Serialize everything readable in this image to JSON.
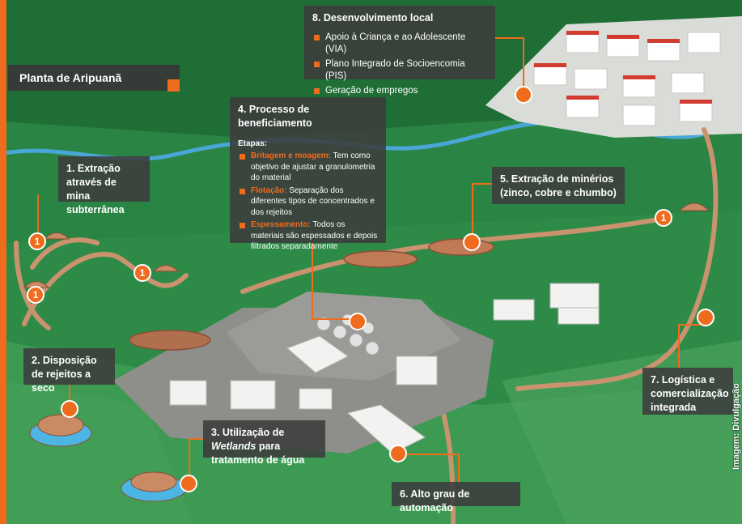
{
  "header": {
    "title": "Planta de Aripuanã"
  },
  "credit": "Imagem: Divulgação",
  "colors": {
    "accent": "#ef6b1e",
    "panel": "#3c3c3c",
    "forest": "#2c8a45",
    "road": "#c9936f",
    "river": "#4aa6d6"
  },
  "callouts": {
    "c1": {
      "title": "1. Extração através de mina subterrânea"
    },
    "c2": {
      "title": "2. Disposição de rejeitos a seco"
    },
    "c3": {
      "title_prefix": "3. Utilização de ",
      "title_em": "Wetlands",
      "title_suffix": " para tratamento de água"
    },
    "c4": {
      "title": "4. Processo de beneficiamento",
      "subtitle": "Etapas:",
      "steps": [
        {
          "label": "Britagem e moagem:",
          "text": " Tem como objetivo de ajustar a granulometria do material"
        },
        {
          "label": "Flotação:",
          "text": " Separação dos diferentes tipos de concentrados e dos rejeitos"
        },
        {
          "label": "Espessamento:",
          "text": " Todos os materiais são espessados e depois filtrados separadamente"
        }
      ]
    },
    "c5": {
      "title": "5. Extração de minérios (zinco, cobre e chumbo)"
    },
    "c6": {
      "title": "6. Alto grau de automação"
    },
    "c7": {
      "title": "7. Logística e comercialização integrada"
    },
    "c8": {
      "title": "8. Desenvolvimento local",
      "items": [
        "Apoio à Criança e ao Adolescente (VIA)",
        "Plano Integrado de Socioencomia (PIS)",
        "Geração de empregos"
      ]
    }
  },
  "mine_markers": {
    "label": "1"
  }
}
